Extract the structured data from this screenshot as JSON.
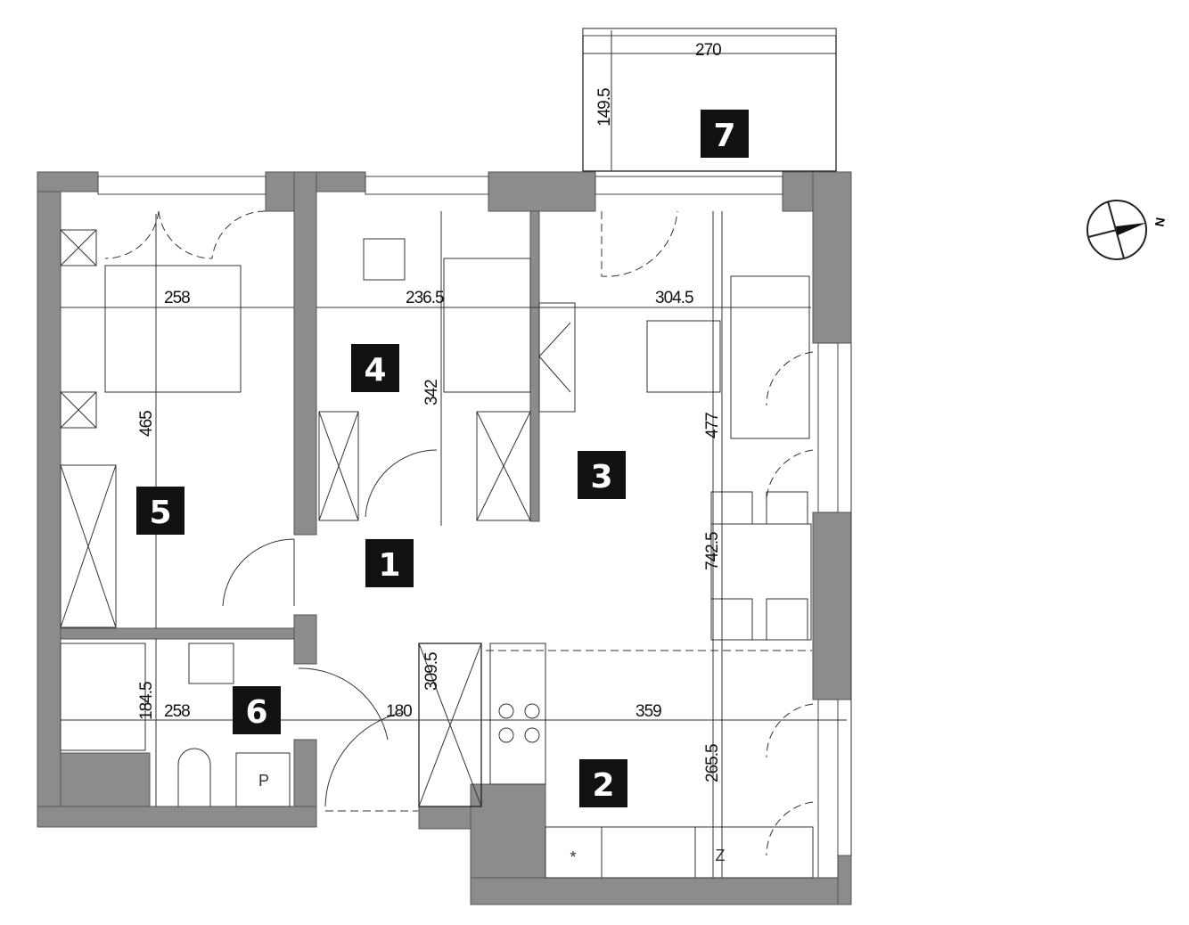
{
  "rooms": [
    {
      "number": "1"
    },
    {
      "number": "2"
    },
    {
      "number": "3"
    },
    {
      "number": "4"
    },
    {
      "number": "5"
    },
    {
      "number": "6"
    },
    {
      "number": "7"
    }
  ],
  "dimensions": {
    "balcony_width": "270",
    "balcony_depth": "149.5",
    "room5_width": "258",
    "room5_length": "465",
    "room4_width": "236.5",
    "room4_length": "342",
    "room3_width": "304.5",
    "room3_length_a": "477",
    "room3_length_b": "742.5",
    "hall_closet": "309.5",
    "room6_length": "184.5",
    "room6_width": "258",
    "hall_width": "180",
    "room2_width": "359",
    "room2_length": "265.5"
  },
  "compass": {
    "label": "N"
  },
  "fixtures": {
    "washer_label": "P",
    "fridge_label": "Z",
    "freezer_label": "*"
  },
  "colors": {
    "wall": "#8c8c8c",
    "badge": "#111111"
  }
}
